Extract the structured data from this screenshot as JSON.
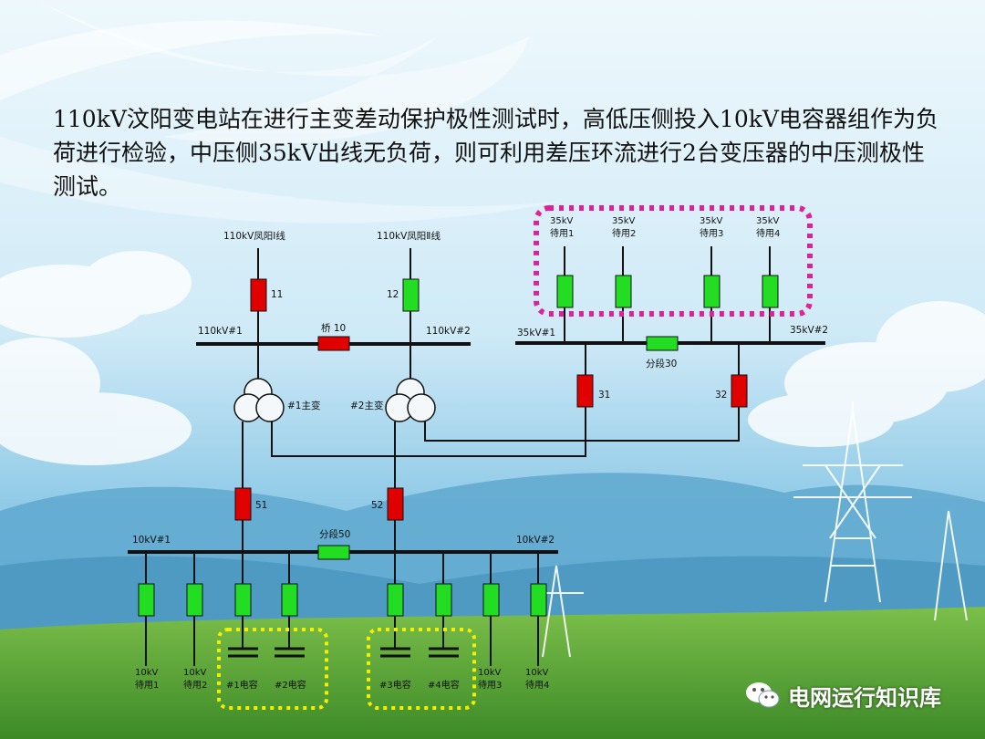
{
  "intro_text": "110kV汶阳变电站在进行主变差动保护极性测试时，高低压侧投入10kV电容器组作为负荷进行检验，中压侧35kV出线无负荷，则可利用差压环流进行2台变压器的中压测极性测试。",
  "diagram": {
    "lines_110kv": [
      "110kV凤阳Ⅰ线",
      "110kV凤阳Ⅱ线"
    ],
    "breakers_110kv": [
      "11",
      "12"
    ],
    "bus_110kv": [
      "110kV#1",
      "110kV#2"
    ],
    "bridge_label": "桥 10",
    "transformers": [
      "#1主变",
      "#2主变"
    ],
    "bus_35kv": [
      "35kV#1",
      "35kV#2"
    ],
    "section_35kv": "分段30",
    "breakers_35kv": [
      "31",
      "32"
    ],
    "feeders_35kv": [
      {
        "line1": "35kV",
        "line2": "待用1"
      },
      {
        "line1": "35kV",
        "line2": "待用2"
      },
      {
        "line1": "35kV",
        "line2": "待用3"
      },
      {
        "line1": "35kV",
        "line2": "待用4"
      }
    ],
    "breakers_10kv": [
      "51",
      "52"
    ],
    "bus_10kv": [
      "10kV#1",
      "10kV#2"
    ],
    "section_10kv": "分段50",
    "feeders_10kv": [
      {
        "line1": "10kV",
        "line2": "待用1"
      },
      {
        "line1": "10kV",
        "line2": "待用2"
      },
      {
        "line1": "",
        "line2": "#1电容"
      },
      {
        "line1": "",
        "line2": "#2电容"
      },
      {
        "line1": "",
        "line2": "#3电容"
      },
      {
        "line1": "",
        "line2": "#4电容"
      },
      {
        "line1": "10kV",
        "line2": "待用3"
      },
      {
        "line1": "10kV",
        "line2": "待用4"
      }
    ]
  },
  "watermark": "电网运行知识库",
  "colors": {
    "closed_breaker": "#e00000",
    "open_breaker": "#22dd22",
    "highlight_magenta": "#e0209a",
    "highlight_yellow": "#f4f000"
  }
}
